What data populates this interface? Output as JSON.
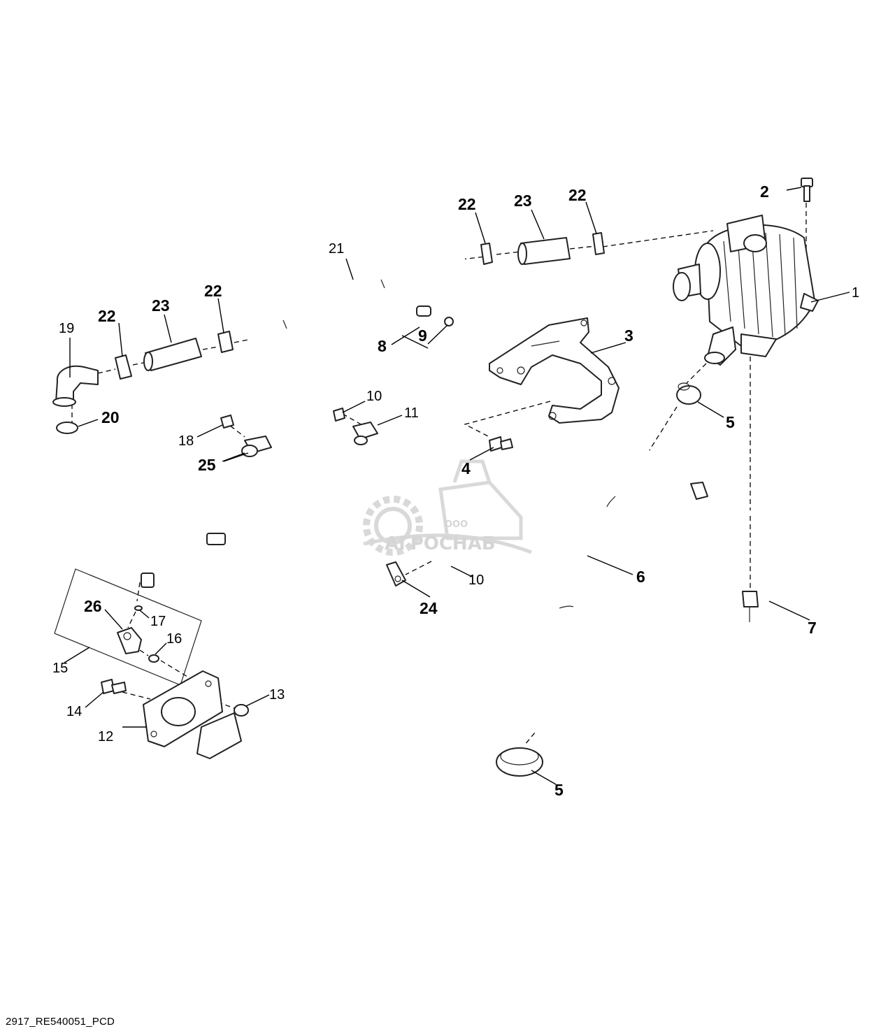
{
  "figure": {
    "id_label": "2917_RE540051_PCD"
  },
  "watermark": {
    "company_prefix": "ООО",
    "company_name": "АГРОСНАБ"
  },
  "callouts": {
    "c1": "1",
    "c2": "2",
    "c3": "3",
    "c4": "4",
    "c5a": "5",
    "c5b": "5",
    "c6": "6",
    "c7": "7",
    "c8": "8",
    "c9": "9",
    "c10a": "10",
    "c10b": "10",
    "c11": "11",
    "c12": "12",
    "c13": "13",
    "c14": "14",
    "c15": "15",
    "c16": "16",
    "c17": "17",
    "c18": "18",
    "c19": "19",
    "c20": "20",
    "c21": "21",
    "c22a": "22",
    "c22b": "22",
    "c22c": "22",
    "c22d": "22",
    "c23a": "23",
    "c23b": "23",
    "c24": "24",
    "c25": "25",
    "c26": "26"
  }
}
